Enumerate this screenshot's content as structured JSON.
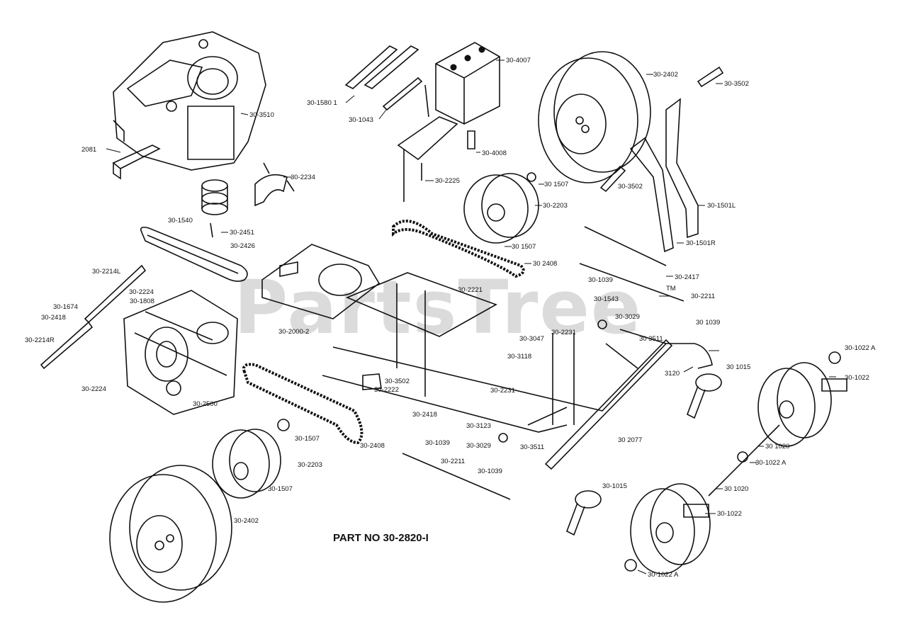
{
  "watermark": {
    "text": "PartsTree",
    "trademark": "TM"
  },
  "part_number": "PART NO  30-2820-I",
  "colors": {
    "ink": "#111111",
    "watermark": "#cfcfcf",
    "background": "#ffffff"
  },
  "labels": [
    "30-3510",
    "2081",
    "30-2234",
    "30-1540",
    "30-2451",
    "30-2426",
    "30-1580 1",
    "30-1043",
    "30-4007",
    "30-4008",
    "30-2225",
    "30-2402",
    "30-3502",
    "30-3502",
    "30-1501L",
    "30-1501R",
    "30 1507",
    "30-2203",
    "30 1507",
    "30 2408",
    "30-2417",
    "30-2211",
    "30-1039",
    "30-1543",
    "30-3029",
    "30 1039",
    "30-2221",
    "30-2214L",
    "30-2224",
    "30-1808",
    "30-1674",
    "30-2418",
    "30-2214R",
    "30-2224",
    "30-2500",
    "30-2000-2",
    "30-3502",
    "30-2222",
    "30-3047",
    "30-2231",
    "30-3118",
    "30 3511",
    "30 1015",
    "3120",
    "30-1022 A",
    "30-1022",
    "30-2231",
    "30-2418",
    "30-3123",
    "30-3029",
    "30-1507",
    "30-1039",
    "30-3511",
    "30 2077",
    "30-2203",
    "30-2408",
    "30-2211",
    "30-1039",
    "30-1507",
    "30-1015",
    "30-2402",
    "30 1020",
    "30-1022 A",
    "30 1020",
    "30-1022",
    "30-1022 A"
  ]
}
